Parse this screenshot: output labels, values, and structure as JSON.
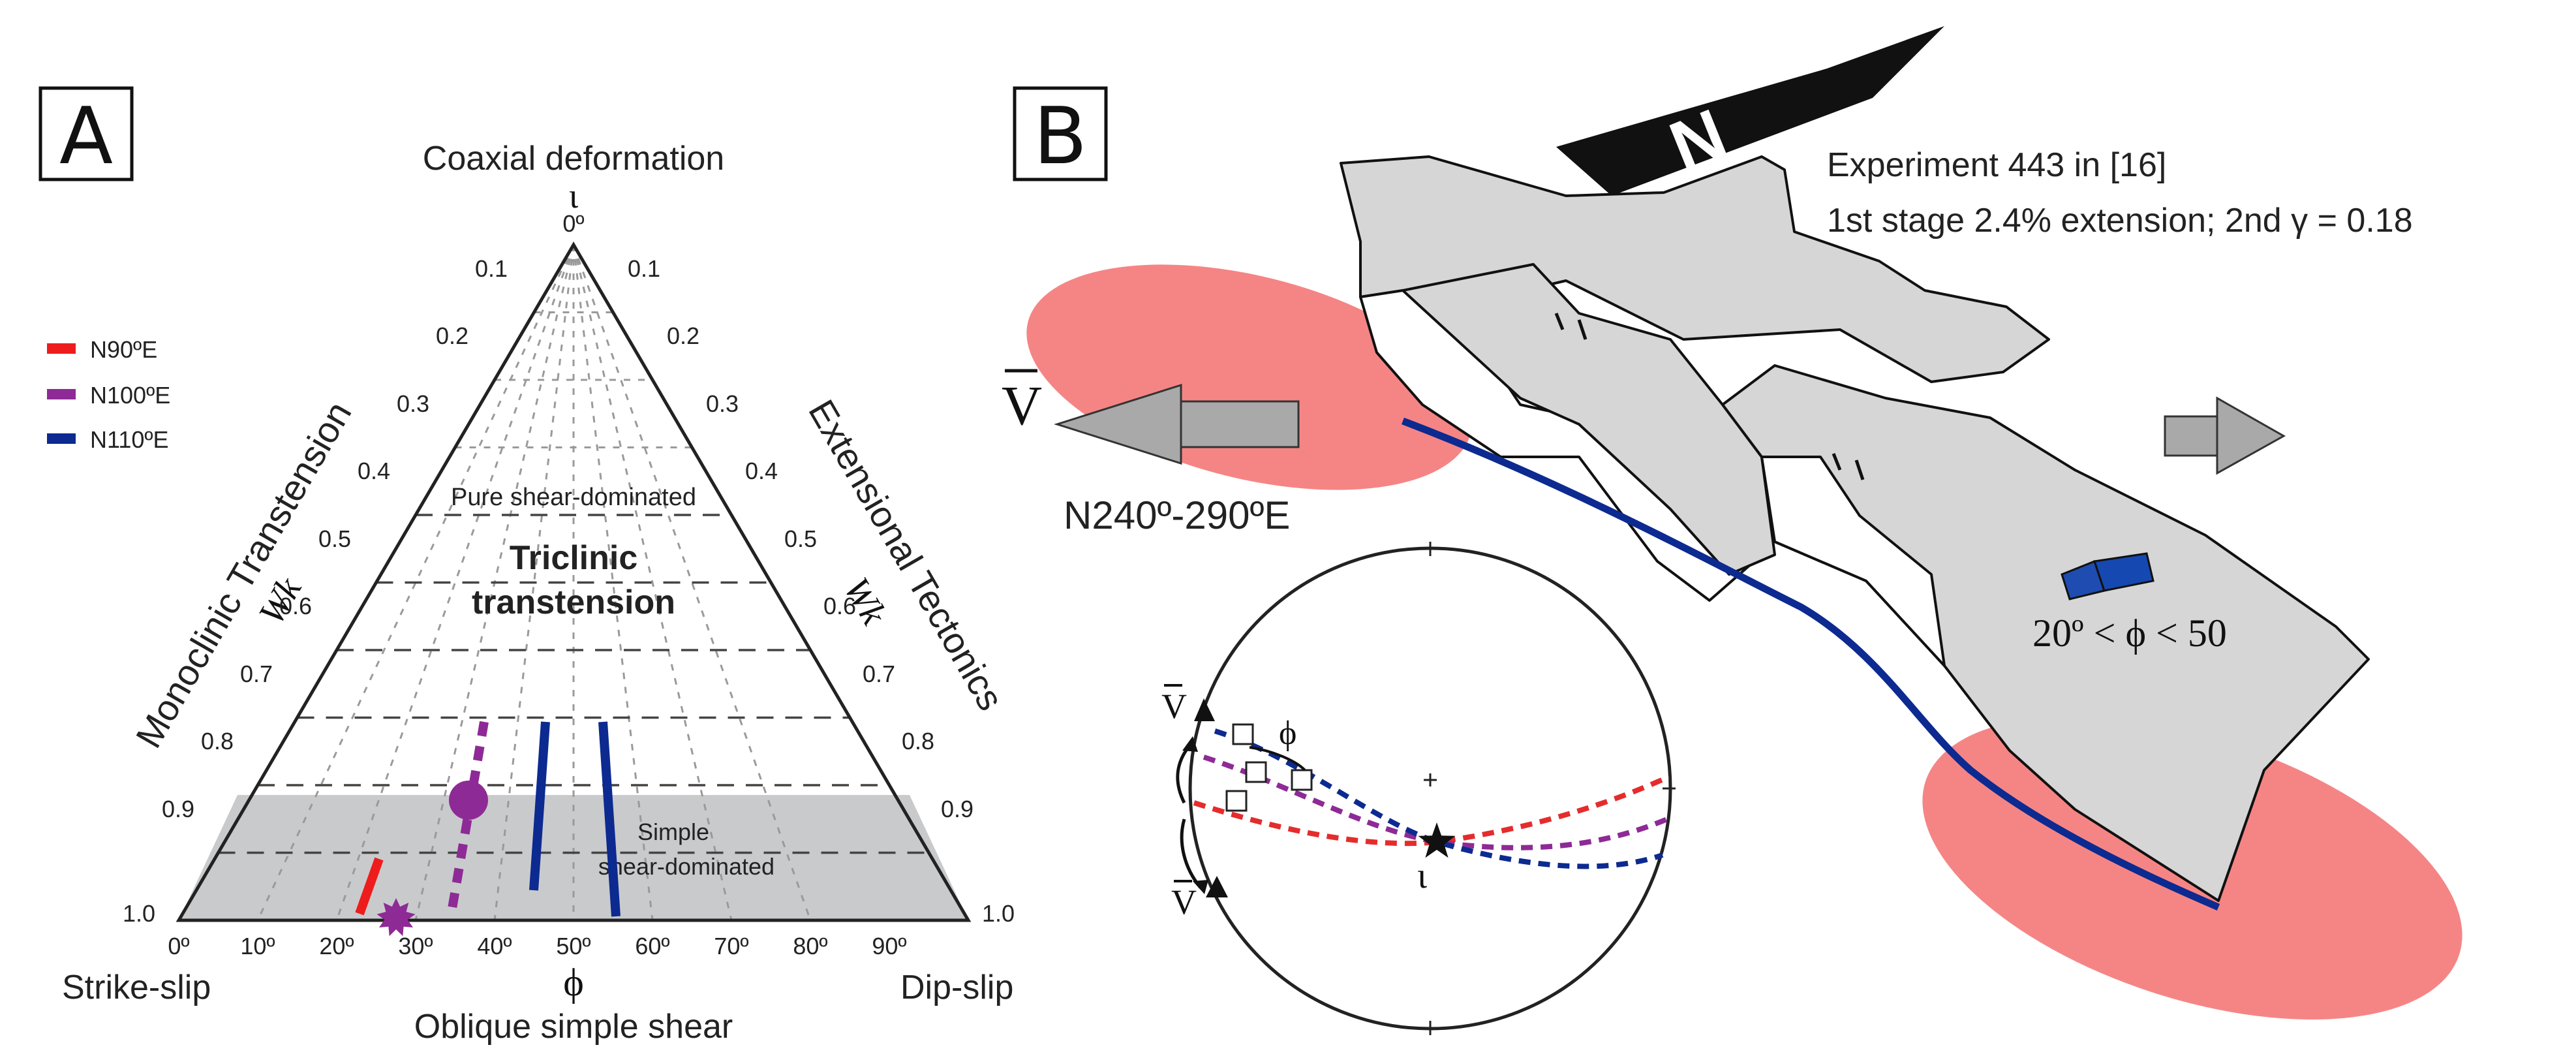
{
  "panel_a": {
    "label": "A",
    "top_title": "Coaxial deformation",
    "apex_symbol": "ι",
    "apex_value": "0º",
    "left_side_title": "Monoclinic Transtension",
    "right_side_title": "Extensional Tectonics",
    "wk_symbol": "Wk",
    "wk_levels": [
      "0.1",
      "0.2",
      "0.3",
      "0.4",
      "0.5",
      "0.6",
      "0.7",
      "0.8",
      "0.9",
      "1.0"
    ],
    "phi_ticks": [
      "0º",
      "10º",
      "20º",
      "30º",
      "40º",
      "50º",
      "60º",
      "70º",
      "80º",
      "90º"
    ],
    "phi_symbol": "ϕ",
    "bottom_left": "Strike-slip",
    "bottom_right": "Dip-slip",
    "bottom_title": "Oblique simple shear",
    "zone_pure": "Pure shear-dominated",
    "zone_triclinic_line1": "Triclinic",
    "zone_triclinic_line2": "transtension",
    "zone_simple_line1": "Simple",
    "zone_simple_line2": "shear-dominated",
    "legend": [
      {
        "label": "N90ºE",
        "color": "#ee1c1c"
      },
      {
        "label": "N100ºE",
        "color": "#8e2a96"
      },
      {
        "label": "N110ºE",
        "color": "#0c2a90"
      }
    ]
  },
  "panel_b": {
    "label": "B",
    "experiment_title": "Experiment 443 in [16]",
    "experiment_stages": "1st stage 2.4% extension; 2nd γ = 0.18",
    "north_label": "N",
    "velocity_label": "V",
    "velocity_range": "N240º-290ºE",
    "phi_range": "20º < ϕ < 50",
    "stereo_phi_label": "ϕ",
    "stereo_iota_label": "ι",
    "stereo_v_top": "V",
    "stereo_v_bottom": "V",
    "colors": {
      "fault_blue": "#0c2a90",
      "pink": "#f58585",
      "block_gray": "#d4d4d4",
      "arrow_gray": "#a9a9a9"
    }
  }
}
